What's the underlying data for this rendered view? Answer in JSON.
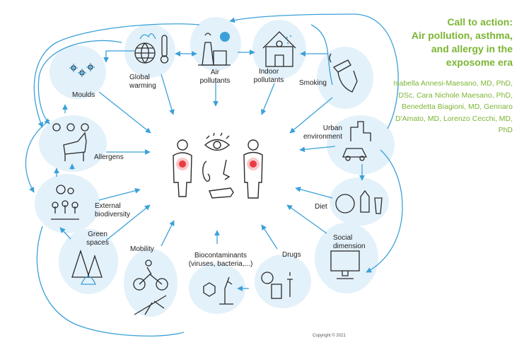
{
  "title": "Call to action:\nAir pollution, asthma,\nand allergy in the\nexposome era",
  "authors": "Isabella Annesi-Maesano, MD, PhD, DSc, Cara Nichole Maesano, PhD, Benedetta Biagioni, MD, Gennaro D'Amato, MD, Lorenzo Cecchi, MD, PhD",
  "nodes": {
    "global_warming": "Global warming",
    "air_pollutants": "Air pollutants",
    "indoor_pollutants": "Indoor pollutants",
    "smoking": "Smoking",
    "moulds": "Moulds",
    "allergens": "Allergens",
    "external_biodiversity": "External biodiversity",
    "green_spaces": "Green spaces",
    "mobility": "Mobility",
    "biocontaminants": "Biocontaminants (viruses, bacteria,...)",
    "drugs": "Drugs",
    "social_dimension": "Social dimension",
    "diet": "Diet",
    "urban_environment": "Urban environment"
  },
  "copyright": "Copyright © 2021",
  "colors": {
    "accent": "#7bb533",
    "bubble": "#e3f1fa",
    "arrow": "#3ba0d9",
    "icon": "#2b2b2b",
    "highlight": "#e8232a"
  }
}
